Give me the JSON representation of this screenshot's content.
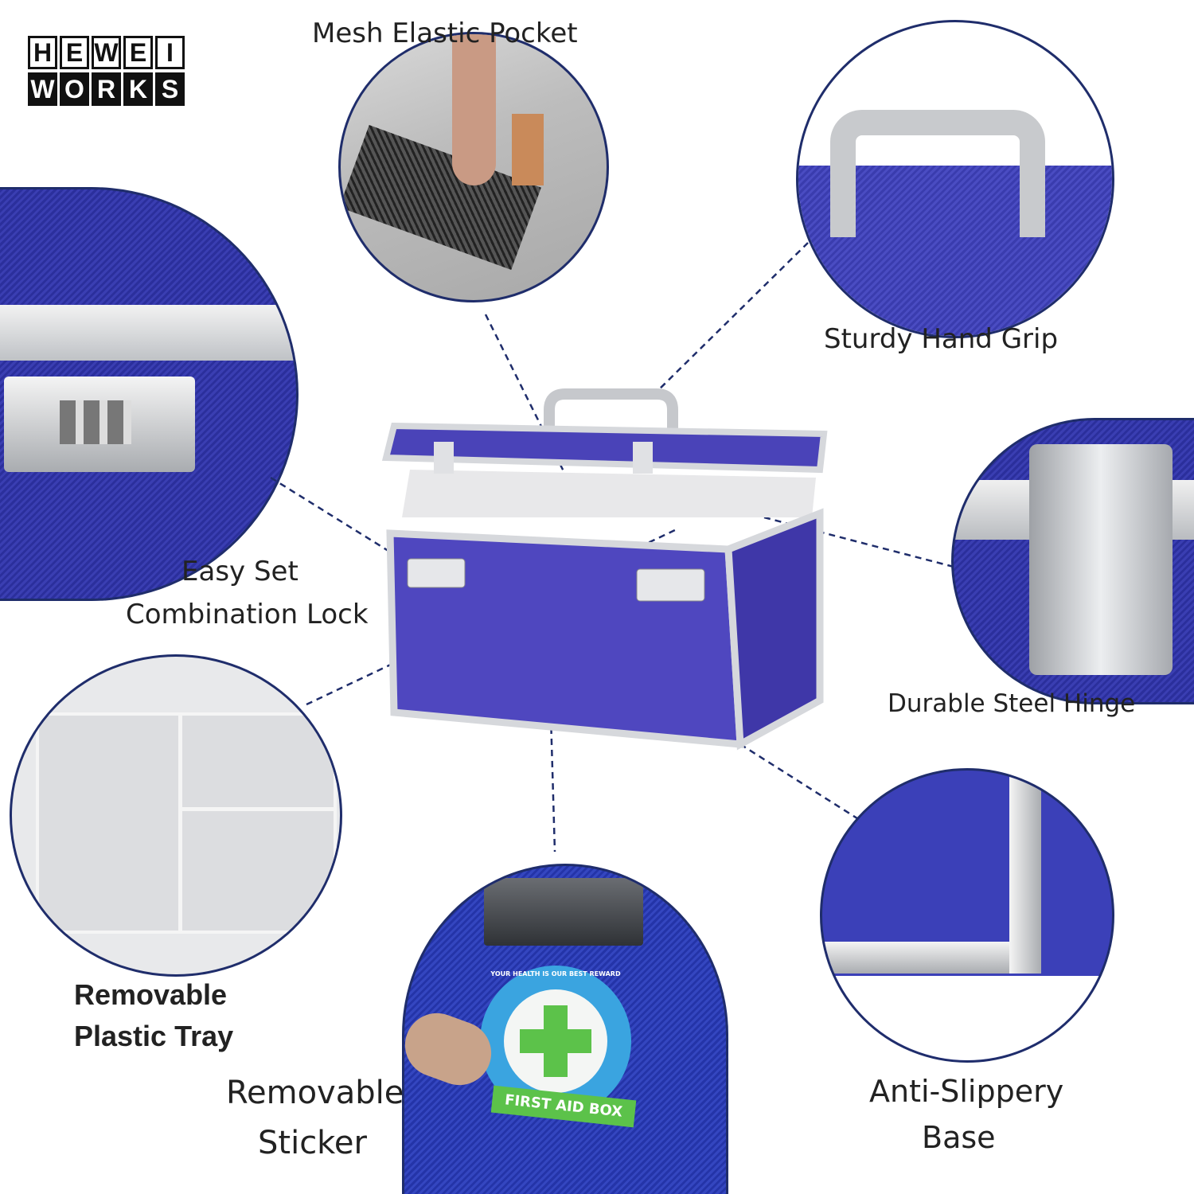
{
  "brand": {
    "logo_top": [
      "H",
      "E",
      "W",
      "E",
      "I"
    ],
    "logo_bottom": [
      "W",
      "O",
      "R",
      "K",
      "S"
    ]
  },
  "features": {
    "mesh_pocket": "Mesh Elastic Pocket",
    "hand_grip": "Sturdy Hand  Grip",
    "lock_line1": "Easy Set",
    "lock_line2": "Combination Lock",
    "hinge": "Durable Steel Hinge",
    "tray_line1": "Removable",
    "tray_line2": "Plastic Tray",
    "sticker_line1": "Removable",
    "sticker_line2": "Sticker",
    "base_line1": "Anti-Slippery",
    "base_line2": "Base"
  },
  "sticker": {
    "ring_text": "YOUR HEALTH IS OUR BEST REWARD",
    "ribbon_text": "FIRST AID BOX"
  },
  "colors": {
    "box_blue": "#4a43b8",
    "line_navy": "#1f2d6b",
    "aluminum": "#d6d8dc",
    "sticker_green": "#5cc24a",
    "sticker_blue": "#3aa4e0"
  }
}
